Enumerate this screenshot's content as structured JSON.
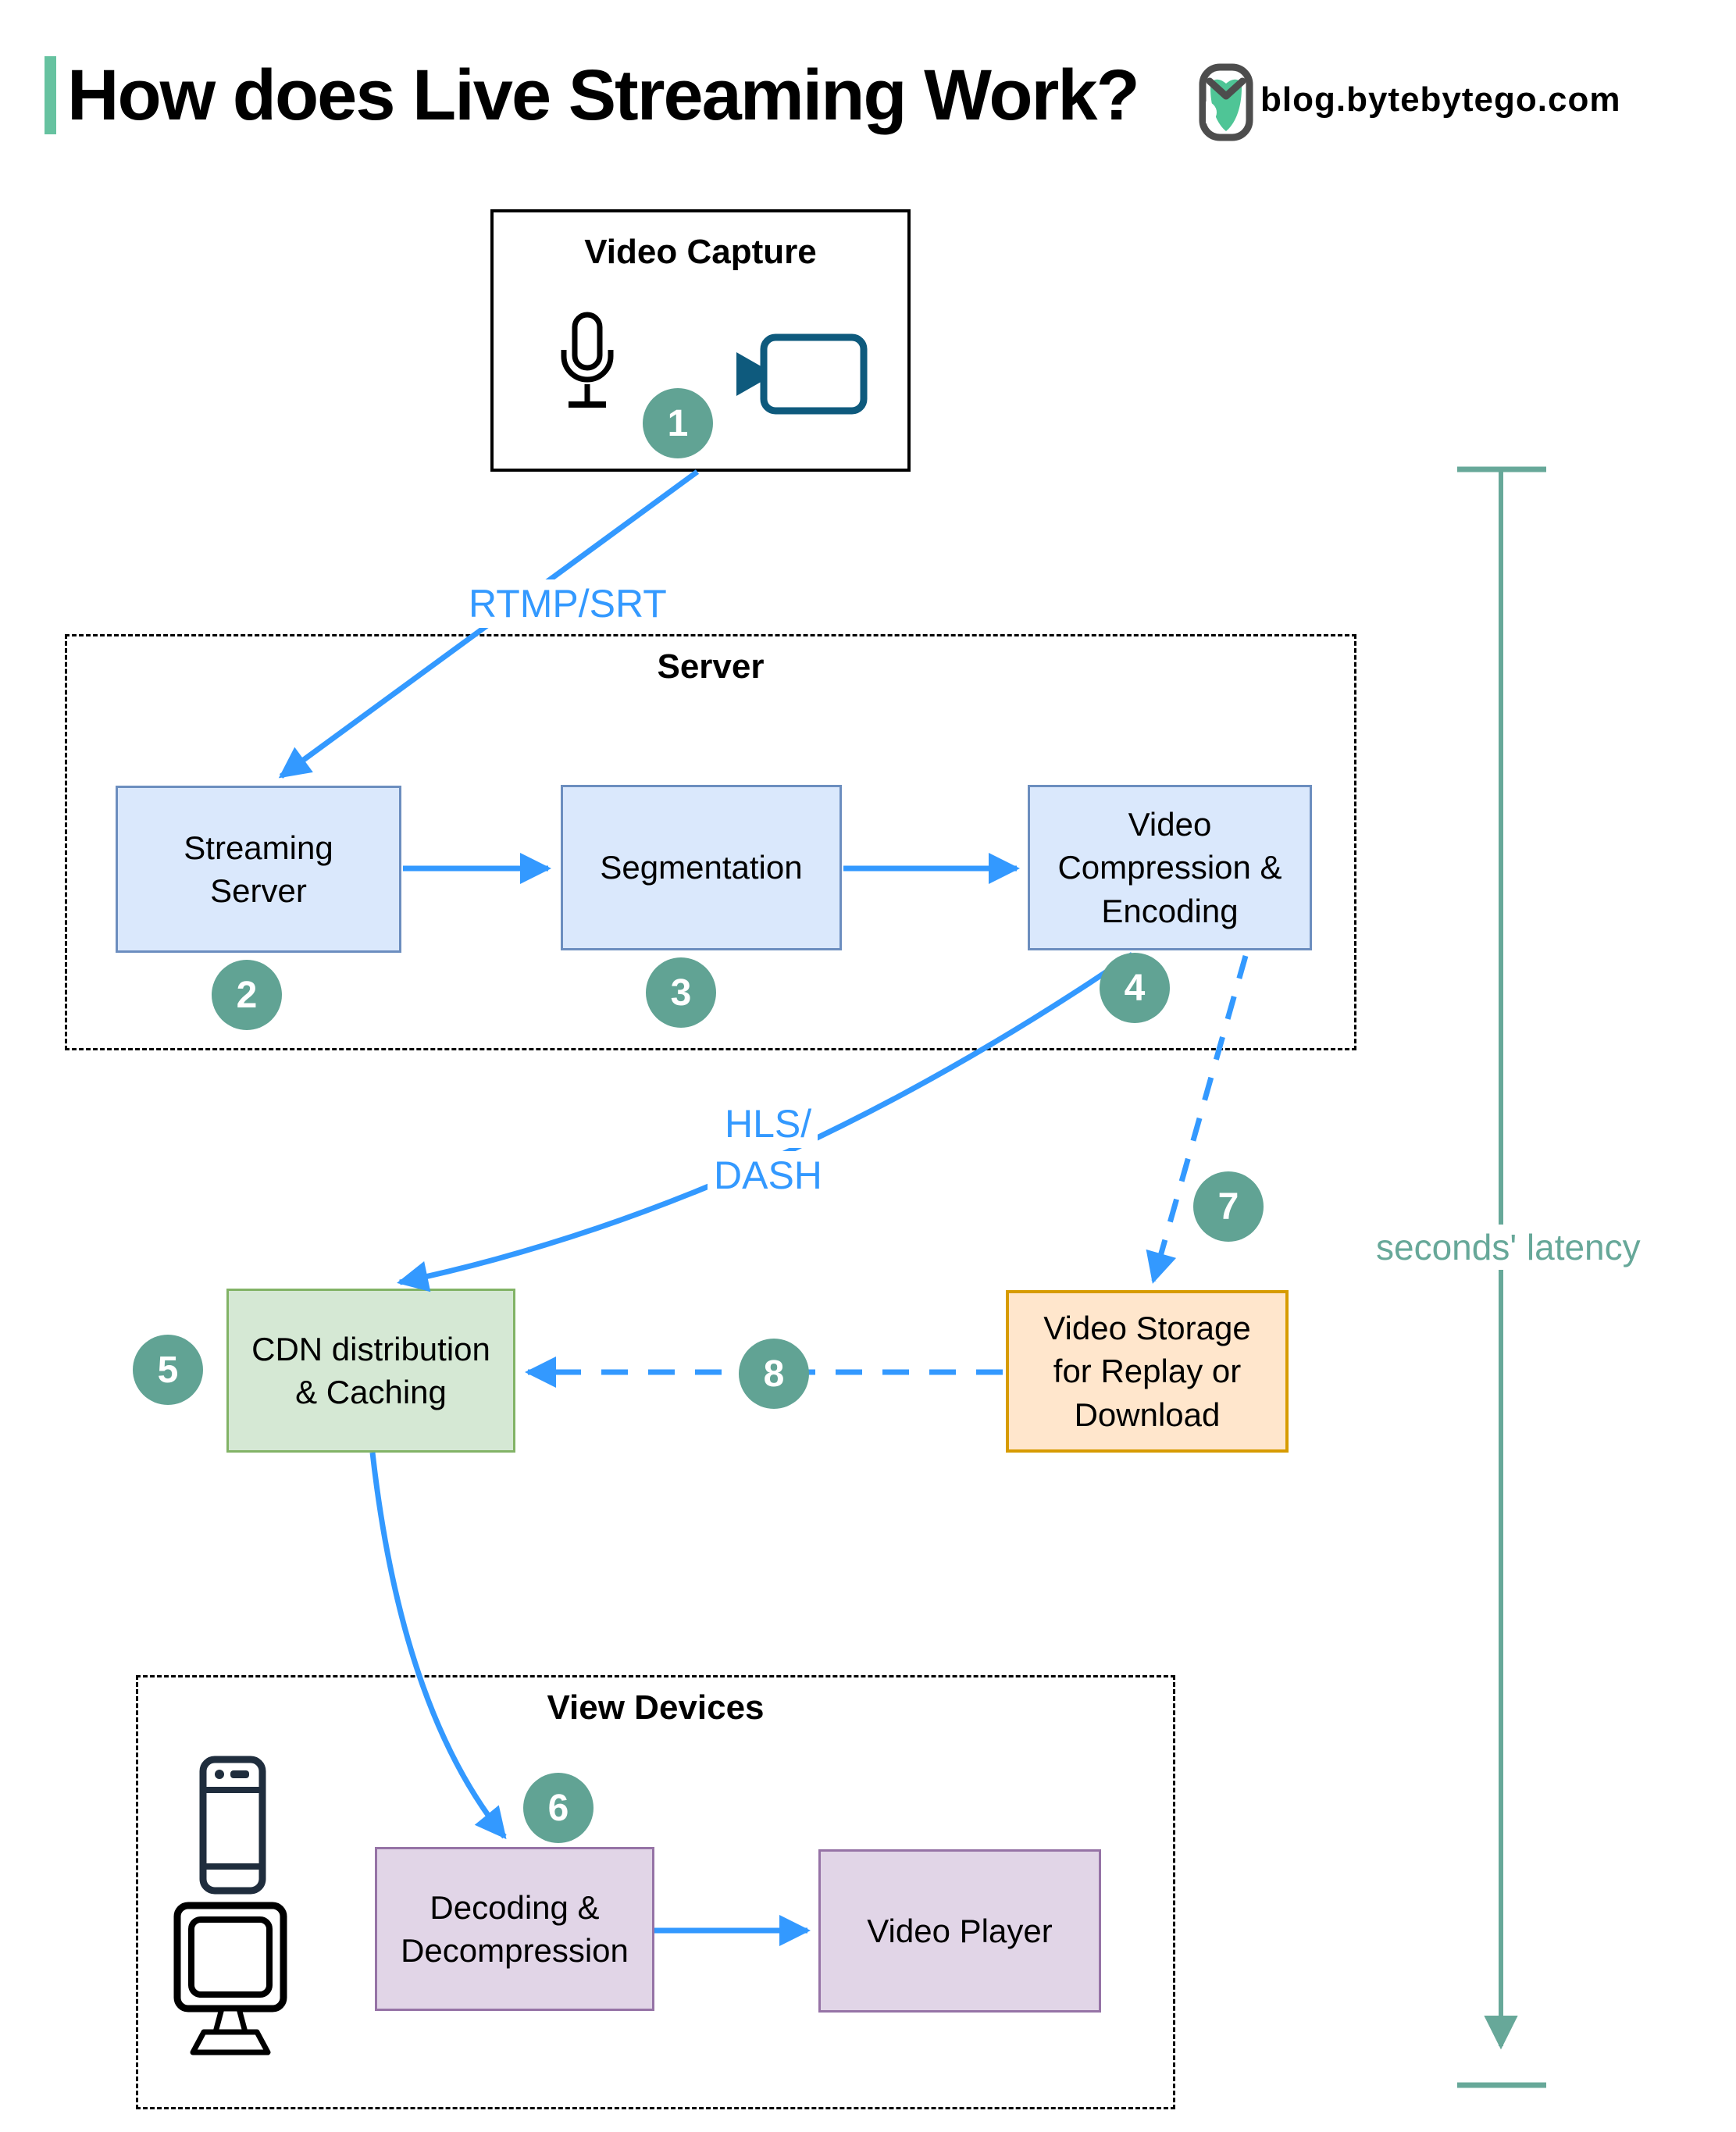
{
  "header": {
    "title": "How does Live Streaming Work?",
    "brand": "blog.bytebytego.com"
  },
  "groups": {
    "server": {
      "title": "Server"
    },
    "view_devices": {
      "title": "View Devices"
    }
  },
  "nodes": {
    "video_capture": {
      "title": "Video Capture"
    },
    "streaming_server": {
      "label": "Streaming\nServer"
    },
    "segmentation": {
      "label": "Segmentation"
    },
    "video_compression": {
      "label": "Video\nCompression &\nEncoding"
    },
    "cdn": {
      "label": "CDN distribution\n& Caching"
    },
    "video_storage": {
      "label": "Video Storage\nfor Replay or\nDownload"
    },
    "decoding": {
      "label": "Decoding &\nDecompression"
    },
    "video_player": {
      "label": "Video Player"
    }
  },
  "edge_labels": {
    "ingest_protocol": "RTMP/SRT",
    "delivery_protocol_line1": "HLS/",
    "delivery_protocol_line2": "DASH",
    "latency": "seconds' latency"
  },
  "badges": [
    "1",
    "2",
    "3",
    "4",
    "5",
    "6",
    "7",
    "8"
  ],
  "icons": [
    "mic-icon",
    "video-camera-icon",
    "smartphone-icon",
    "monitor-icon",
    "bytebytego-logo-icon"
  ],
  "colors": {
    "accent_blue": "#3399ff",
    "badge_teal": "#61a394",
    "latency_teal": "#67a899",
    "title_bar_green": "#66c2a0",
    "logo_green": "#4fc596",
    "camera_icon": "#0e5a7d",
    "node_blue_fill": "#dae8fc",
    "node_blue_border": "#6c8ebf",
    "node_green_fill": "#d5e8d4",
    "node_green_border": "#82b366",
    "node_orange_fill": "#ffe6cc",
    "node_orange_border": "#d79b00",
    "node_purple_fill": "#e1d5e7",
    "node_purple_border": "#9673a6"
  }
}
